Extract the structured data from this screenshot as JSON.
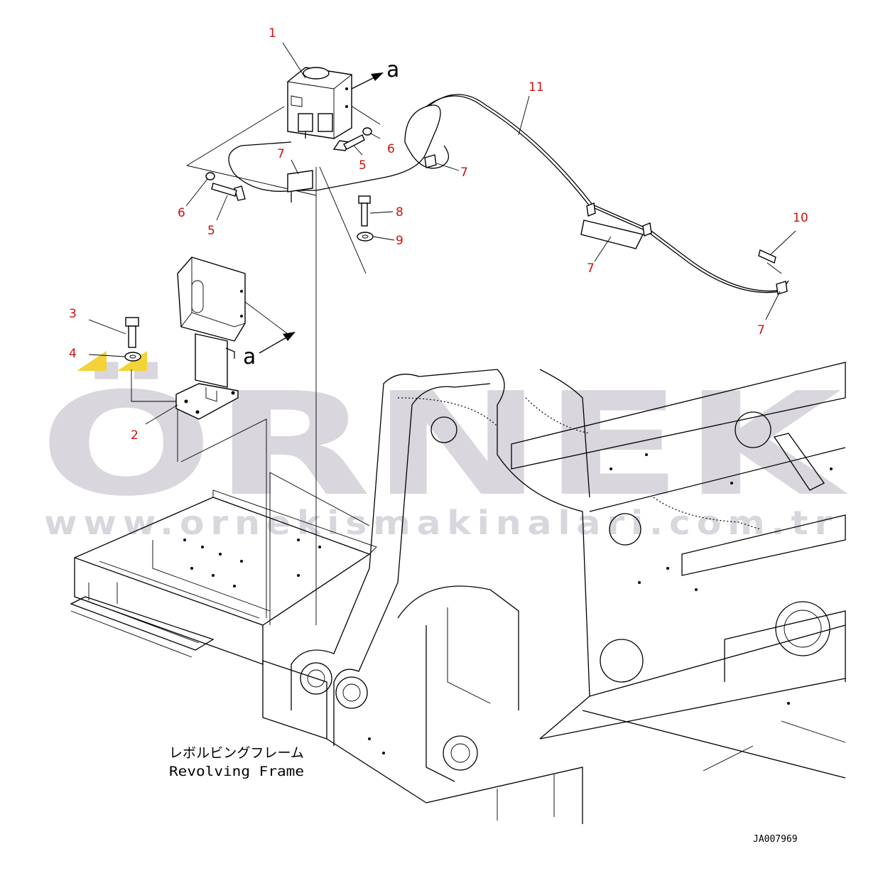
{
  "watermark": {
    "brand": "ÖRNEK",
    "url": "www.ornekismakinalari.com.tr",
    "color": "#d9d6de",
    "accent": "#f2d338"
  },
  "callouts": [
    {
      "id": "1",
      "label": "1"
    },
    {
      "id": "2",
      "label": "2"
    },
    {
      "id": "3",
      "label": "3"
    },
    {
      "id": "4",
      "label": "4"
    },
    {
      "id": "5a",
      "label": "5"
    },
    {
      "id": "5b",
      "label": "5"
    },
    {
      "id": "6a",
      "label": "6"
    },
    {
      "id": "6b",
      "label": "6"
    },
    {
      "id": "7a",
      "label": "7"
    },
    {
      "id": "7b",
      "label": "7"
    },
    {
      "id": "7c",
      "label": "7"
    },
    {
      "id": "7d",
      "label": "7"
    },
    {
      "id": "8",
      "label": "8"
    },
    {
      "id": "9",
      "label": "9"
    },
    {
      "id": "10",
      "label": "10"
    },
    {
      "id": "11",
      "label": "11"
    }
  ],
  "view_markers": {
    "a_top": "a",
    "a_bottom": "a"
  },
  "frame_label": {
    "japanese": "レボルビングフレーム",
    "english": "Revolving Frame"
  },
  "drawing_code": "JA007969",
  "callout_color": "#cc1111"
}
